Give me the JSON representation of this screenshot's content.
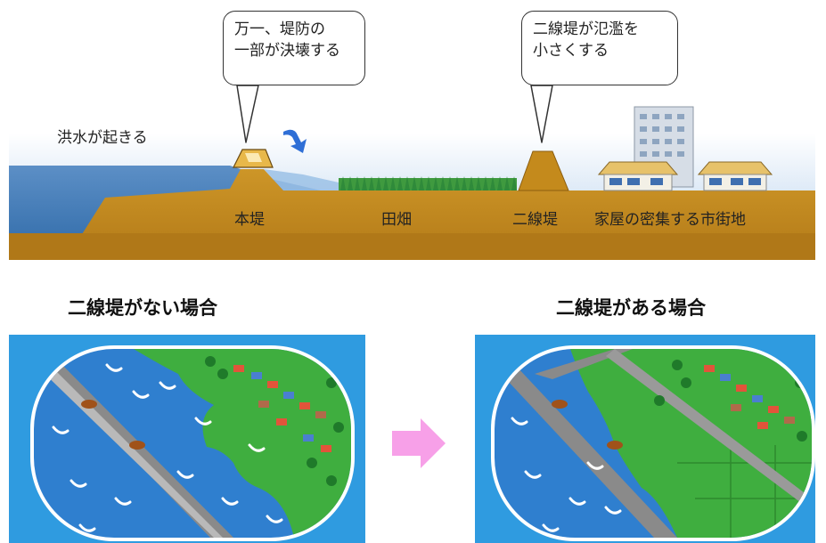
{
  "cross_section": {
    "bubble_breach": {
      "line1": "万一、堤防の",
      "line2": "一部が決壊する"
    },
    "bubble_second_levee": {
      "line1": "二線堤が氾濫を",
      "line2": "小さくする"
    },
    "flood_text": "洪水が起きる",
    "labels": {
      "main_levee": "本堤",
      "fields": "田畑",
      "second_levee": "二線堤",
      "town": "家屋の密集する市街地"
    }
  },
  "comparison": {
    "left_caption": "二線堤がない場合",
    "right_caption": "二線堤がある場合"
  },
  "colors": {
    "river": "#3a7fc0",
    "ground": "#c8901e",
    "field_green": "#3fae3f",
    "frame_blue": "#2f9be0",
    "arrow_pink": "#f7a0e8"
  }
}
